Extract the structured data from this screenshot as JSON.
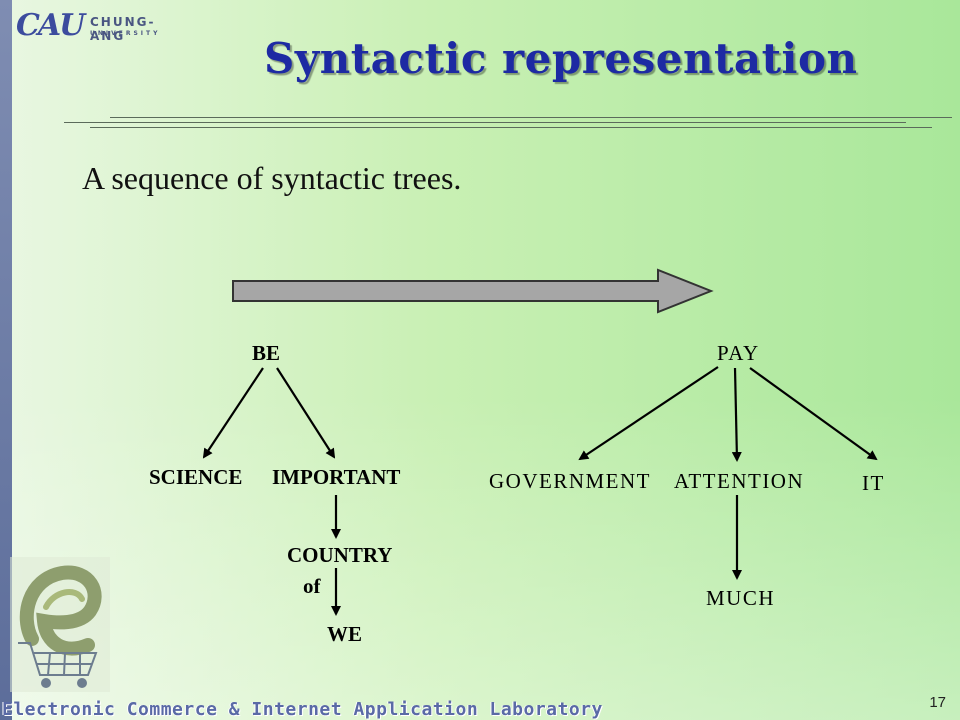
{
  "logo": {
    "mark": "CAU",
    "name": "CHUNG-ANG",
    "subname": "UNIVERSITY"
  },
  "slide": {
    "title": "Syntactic representation",
    "subtitle": "A sequence of syntactic trees.",
    "footer": "Electronic Commerce & Internet Application Laboratory",
    "page_number": "17"
  },
  "trees": {
    "left": {
      "root": "BE",
      "child_1": "SCIENCE",
      "child_2": "IMPORTANT",
      "grandchild": "COUNTRY",
      "relation": "of",
      "leaf": "WE"
    },
    "right": {
      "root": "PAY",
      "child_1": "GOVERNMENT",
      "child_2": "ATTENTION",
      "child_3": "IT",
      "grandchild": "MUCH"
    }
  },
  "colors": {
    "title": "#1d2aa3",
    "block_arrow_fill": "#a6a6a6",
    "footer_text": "#5a6aa6",
    "left_bar": "#6b7ba8"
  }
}
